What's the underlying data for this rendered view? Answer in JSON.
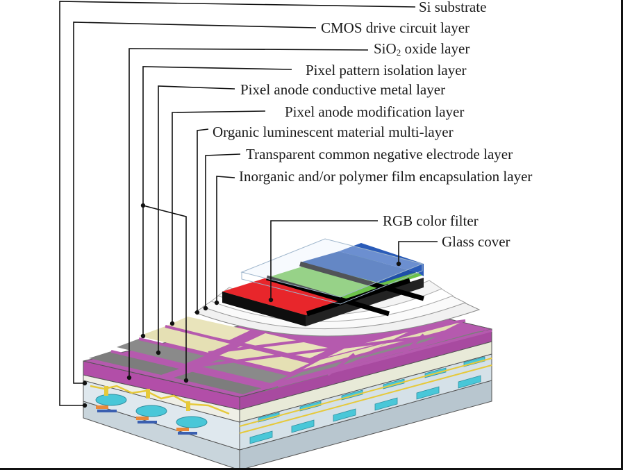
{
  "labels": {
    "si_substrate": "Si substrate",
    "cmos_drive_circuit": "CMOS drive circuit layer",
    "sio2_prefix": "SiO",
    "sio2_subscript": "2",
    "sio2_suffix": " oxide layer",
    "pixel_pattern_isolation": "Pixel pattern isolation layer",
    "pixel_anode_metal": "Pixel anode conductive metal layer",
    "pixel_anode_modification": "Pixel anode modification layer",
    "organic_luminescent": "Organic luminescent material multi-layer",
    "transparent_electrode": "Transparent common negative electrode layer",
    "encapsulation": "Inorganic and/or polymer film encapsulation layer",
    "rgb_color_filter": "RGB color filter",
    "glass_cover": "Glass cover"
  },
  "colors": {
    "red_filter": "#e8262b",
    "green_filter": "#6cc24a",
    "blue_filter": "#1e4fa8",
    "isolation_layer": "#b55aae",
    "anode_metal": "#7d7d7d",
    "anode_modification": "#e5e0b4",
    "circuit_cells": "#49c7d8",
    "metal_lines": "#e6c93a"
  }
}
